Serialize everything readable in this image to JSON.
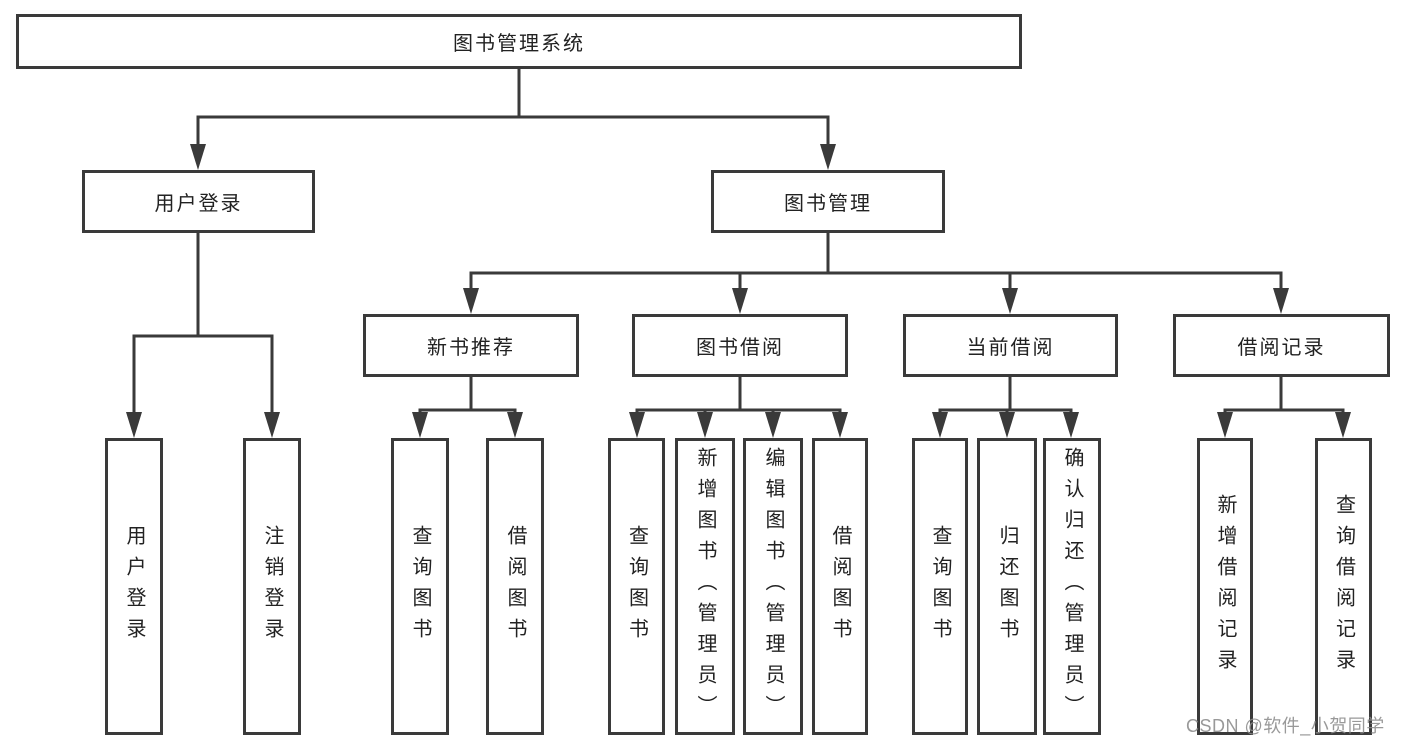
{
  "tree": {
    "label": "图书管理系统",
    "children": [
      {
        "label": "用户登录",
        "children": [
          {
            "label": "用户登录"
          },
          {
            "label": "注销登录"
          }
        ]
      },
      {
        "label": "图书管理",
        "children": [
          {
            "label": "新书推荐",
            "children": [
              {
                "label": "查询图书"
              },
              {
                "label": "借阅图书"
              }
            ]
          },
          {
            "label": "图书借阅",
            "children": [
              {
                "label": "查询图书"
              },
              {
                "label": "新增图书（管理员）"
              },
              {
                "label": "编辑图书（管理员）"
              },
              {
                "label": "借阅图书"
              }
            ]
          },
          {
            "label": "当前借阅",
            "children": [
              {
                "label": "查询图书"
              },
              {
                "label": "归还图书"
              },
              {
                "label": "确认归还（管理员）"
              }
            ]
          },
          {
            "label": "借阅记录",
            "children": [
              {
                "label": "新增借阅记录"
              },
              {
                "label": "查询借阅记录"
              }
            ]
          }
        ]
      }
    ]
  },
  "watermark": {
    "text": "CSDN @软件_小贺同学"
  },
  "colors": {
    "line": "#3a3a3a",
    "node_border": "#3a3a3a",
    "node_text": "#222222",
    "background": "#ffffff",
    "watermark": "#8c8c8c"
  }
}
